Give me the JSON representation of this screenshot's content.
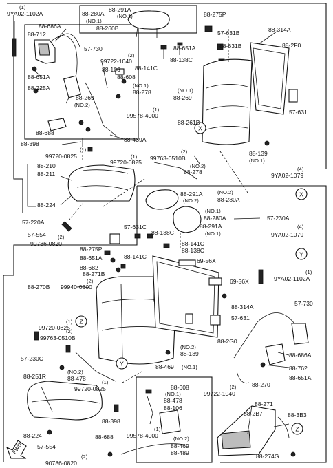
{
  "parts": {
    "p9ya02_1102a_top": "9YA02-1102A",
    "p9ya02_1102a_top_qty": "(1)",
    "p88_280a_no1": "88-280A",
    "p88_280a_no1_note": "(NO.1)",
    "p88_291a_no1": "88-291A",
    "p88_291a_no1_note": "(NO.1)",
    "p88_260b": "88-260B",
    "p88_275p_top": "88-275P",
    "p57_631b": "57-631B",
    "p88_314a_top": "88-314A",
    "p88_2f0": "88-2F0",
    "p88_686a_top": "88-686A",
    "p88_712": "88-712",
    "p57_730_top": "57-730",
    "p88_651a_top": "88-651A",
    "p88_631b": "88-631B",
    "p99722_1040_top": "99722-1040",
    "p99722_1040_top_qty": "(2)",
    "p88_141c_top": "88-141C",
    "p88_138c_top": "88-138C",
    "p88_106_top": "88-106",
    "p88_608_top": "88-608",
    "p88_651a_left": "88-651A",
    "p88_225a": "88-225A",
    "p88_269_a": "88-269",
    "p88_269_a_note": "(NO.2)",
    "p88_278_top": "88-278",
    "p88_278_top_note": "(NO.1)",
    "p88_269_b": "88-269",
    "p88_269_b_note": "(NO.1)",
    "p99578_4000_top": "99578-4000",
    "p99578_4000_top_qty": "(1)",
    "p57_631_top": "57-631",
    "p88_261b": "88-261B",
    "p88_688_top": "88-688",
    "p88_439a": "88-439A",
    "p88_398_top": "88-398",
    "p88_139_top": "88-139",
    "p88_139_top_note": "(NO.1)",
    "p99720_0825_a": "99720-0825",
    "p99720_0825_a_qty": "(1)",
    "p99720_0825_b": "99720-0825",
    "p99720_0825_b_qty": "(1)",
    "p99763_0510b_top": "99763-0510B",
    "p99763_0510b_top_qty": "(2)",
    "p88_278_mid": "88-278",
    "p88_278_mid_note": "(NO.2)",
    "p88_210": "88-210",
    "p88_211": "88-211",
    "p9ya02_1079_a": "9YA02-1079",
    "p9ya02_1079_a_qty": "(4)",
    "p88_224_top": "88-224",
    "p88_291a_no2": "88-291A",
    "p88_291a_no2_note": "(NO.2)",
    "p88_280a_no2": "88-280A",
    "p88_280a_no2_note": "(NO.2)",
    "p57_220a": "57-220A",
    "p57_554_top": "57-554",
    "p90786_0820_top": "90786-0820",
    "p90786_0820_top_qty": "(2)",
    "p88_280a_no1_b": "88-280A",
    "p88_280a_no1_b_note": "(NO.1)",
    "p88_291a_no1_b": "88-291A",
    "p88_291a_no1_b_note": "(NO.1)",
    "p57_230a": "57-230A",
    "p57_631c": "57-631C",
    "p88_138c_mid": "88-138C",
    "p9ya02_1079_b": "9YA02-1079",
    "p9ya02_1079_b_qty": "(4)",
    "p88_275p_mid": "88-275P",
    "p88_141c_mid_a": "88-141C",
    "p88_138c_mid_b": "88-138C",
    "p88_651a_mid": "88-651A",
    "p88_141c_mid_b": "88-141C",
    "p69_56x_a": "69-56X",
    "p88_682": "88-682",
    "p88_271b": "88-271B",
    "p69_56x_b": "69-56X",
    "p9ya02_1102a_b": "9YA02-1102A",
    "p9ya02_1102a_b_qty": "(1)",
    "p88_270b": "88-270B",
    "p99940_0600": "99940-0600",
    "p99940_0600_qty": "(2)",
    "p88_314a_mid": "88-314A",
    "p57_730_mid": "57-730",
    "p57_631_mid": "57-631",
    "p99720_0825_c": "99720-0825",
    "p99720_0825_c_qty": "(1)",
    "p99763_0510b_mid": "99763-0510B",
    "p99763_0510b_mid_qty": "(2)",
    "p88_2g0": "88-2G0",
    "p88_686a_mid": "88-686A",
    "p57_230c": "57-230C",
    "p88_139_mid": "88-139",
    "p88_139_mid_note": "(NO.2)",
    "p88_762": "88-762",
    "p88_251r": "88-251R",
    "p88_469_mid": "88-469",
    "p88_469_mid_note": "(NO.1)",
    "p88_478_mid": "88-478",
    "p88_478_mid_note": "(NO.2)",
    "p88_651a_low": "88-651A",
    "p88_270": "88-270",
    "p88_608_low": "88-608",
    "p99722_1040_low": "99722-1040",
    "p99722_1040_low_qty": "(2)",
    "p99720_0825_d": "99720-0825",
    "p99720_0825_d_qty": "(1)",
    "p88_478_low": "88-478",
    "p88_478_low_note": "(NO.1)",
    "p88_271": "88-271",
    "p88_106_low": "88-106",
    "p88_2b7": "88-2B7",
    "p88_3b3": "88-3B3",
    "p88_398_low": "88-398",
    "p88_224_low": "88-224",
    "p99578_4000_low": "99578-4000",
    "p99578_4000_low_qty": "(1)",
    "p88_688_low": "88-688",
    "p88_469_low": "88-469",
    "p88_469_low_note": "(NO.2)",
    "p88_489": "88-489",
    "p88_274g": "88-274G",
    "p57_554_low": "57-554",
    "p90786_0820_low": "90786-0820",
    "p90786_0820_low_qty": "(2)"
  },
  "callouts": {
    "x_top": "X",
    "x_right": "X",
    "y_right": "Y",
    "y_low": "Y",
    "z_left": "Z",
    "z_right": "Z"
  },
  "fwd_label": "FWD"
}
